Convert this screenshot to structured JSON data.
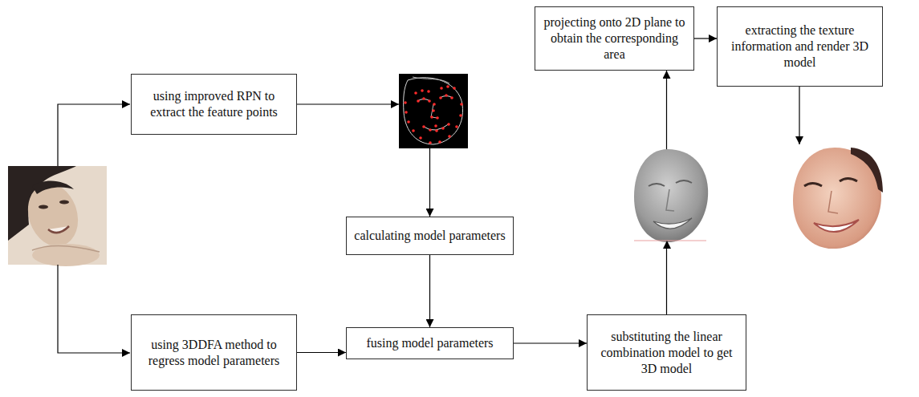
{
  "diagram": {
    "nodes": [
      {
        "text": [
          "using improved RPN to extract the feature points"
        ]
      },
      {
        "text": [
          "calculating model parameters"
        ]
      },
      {
        "text": [
          "using 3DDFA method to regress model parameters"
        ]
      },
      {
        "text": [
          "fusing model parameters"
        ]
      },
      {
        "text": [
          "substituting the linear combination model to get 3D model"
        ]
      },
      {
        "text": [
          "projecting onto 2D plane to obtain the corresponding area"
        ]
      },
      {
        "text": [
          "extracting the texture information and render 3D model"
        ]
      }
    ],
    "edges": [
      {
        "from": 0,
        "to": 1,
        "arrow": "to"
      },
      {
        "from": 1,
        "to": 3,
        "arrow": "to"
      },
      {
        "from": 2,
        "to": 3,
        "arrow": "to"
      },
      {
        "from": 3,
        "to": 4,
        "arrow": "to"
      },
      {
        "from": 4,
        "to": 5,
        "arrow": "to"
      },
      {
        "from": 5,
        "to": 6,
        "arrow": "to"
      }
    ]
  }
}
